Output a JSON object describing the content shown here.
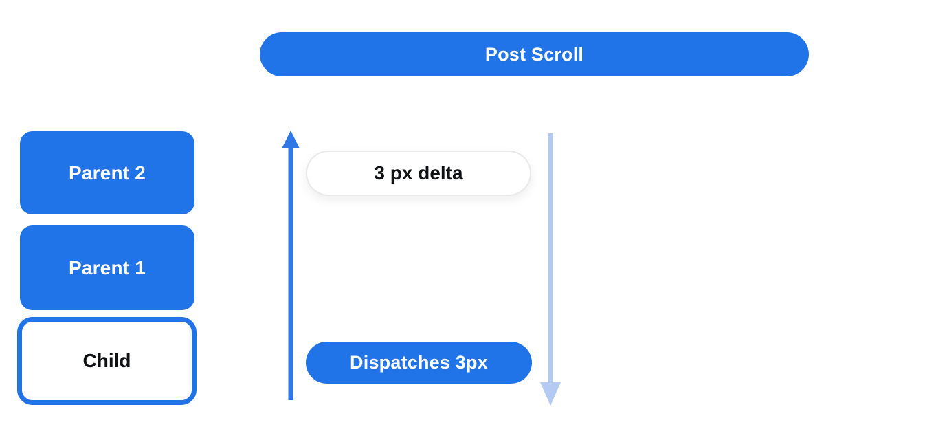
{
  "diagram": {
    "header": {
      "label": "Post Scroll"
    },
    "tree": {
      "nodes": [
        {
          "id": "parent-2",
          "label": "Parent 2",
          "variant": "filled"
        },
        {
          "id": "parent-1",
          "label": "Parent 1",
          "variant": "filled"
        },
        {
          "id": "child",
          "label": "Child",
          "variant": "outlined"
        }
      ]
    },
    "flow": {
      "delta_pill": {
        "label": "3 px delta"
      },
      "dispatch_pill": {
        "label": "Dispatches 3px"
      },
      "up_arrow_icon": "arrow-up-icon",
      "down_arrow_icon": "arrow-down-icon"
    },
    "colors": {
      "primary_blue": "#2173e8",
      "arrow_blue": "#2f78e6",
      "light_arrow_blue": "#b3cbf3",
      "pill_border": "#e9e9e9",
      "text_dark": "#101114",
      "text_light": "#ffffff",
      "background": "#ffffff"
    }
  }
}
